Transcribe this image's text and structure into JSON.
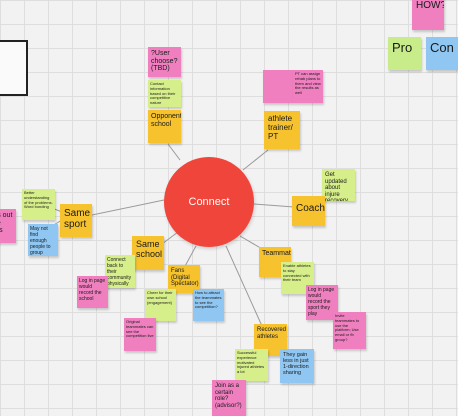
{
  "center": {
    "label": "Connect"
  },
  "notes": {
    "how": "HOW?",
    "pro": "Pro",
    "con": "Con",
    "user_choose": "?User choose? (TBD)",
    "contact_info": "Contact information based on their competitive nature",
    "opponent_school": "Opponent school",
    "pt_note": "PT can assign rehab plans to them and view the results as well",
    "athlete_trainer": "athlete trainer/ PT",
    "get_updated": "Get updated about injure recovery",
    "coach": "Coach",
    "better_understanding": "Better understanding of the problems. Word bonding",
    "others_about": "ers out the orts",
    "same_sport": "Same sport",
    "may_not_find": "May not find enough people to group",
    "same_school": "Same school",
    "connect_back": "Connect back to their community physically",
    "fans": "Fans (Digital Spectator)",
    "teammate": "Teammate",
    "enable_athletes": "Enable athletes to stay connected with their team",
    "log_in_page_left": "Log in page would record the school",
    "cheer_for": "Cheer for their own school (engagement)",
    "how_to_attract": "How to attract the teammates to see the competition?",
    "log_in_page_right": "Log in page would record the sport they play",
    "invite_teammates": "Invite teammates to use the platform; Use email or fb group?",
    "original_teammates": "Original teammates can see the competition live",
    "recovered_athletes": "Recovered athletes",
    "successful_experience": "Successful experience motivated injured athletes a lot",
    "they_gain": "They gain less in just 1-direction sharing",
    "join_as": "Join as a certain role? (advisor?)"
  }
}
